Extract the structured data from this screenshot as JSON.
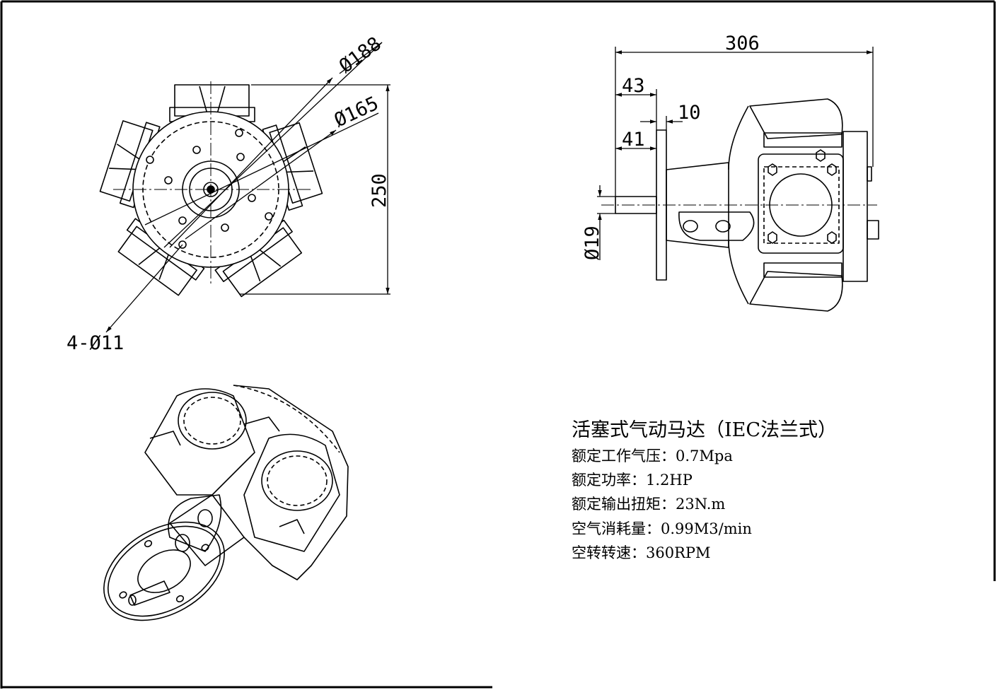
{
  "front_view": {
    "dim_pcd_outer": "Ø188",
    "dim_pcd_inner": "Ø165",
    "dim_height": "250",
    "dim_holes": "4-Ø11"
  },
  "side_view": {
    "dim_length": "306",
    "dim_flange_a": "43",
    "dim_flange_thickness": "10",
    "dim_flange_b": "41",
    "dim_shaft": "Ø19"
  },
  "specs": {
    "title": "活塞式气动马达（IEC法兰式）",
    "lines": [
      "额定工作气压：0.7Mpa",
      "额定功率：1.2HP",
      "额定输出扭矩：23N.m",
      "空气消耗量：0.99M3/min",
      "空转转速：360RPM"
    ]
  }
}
